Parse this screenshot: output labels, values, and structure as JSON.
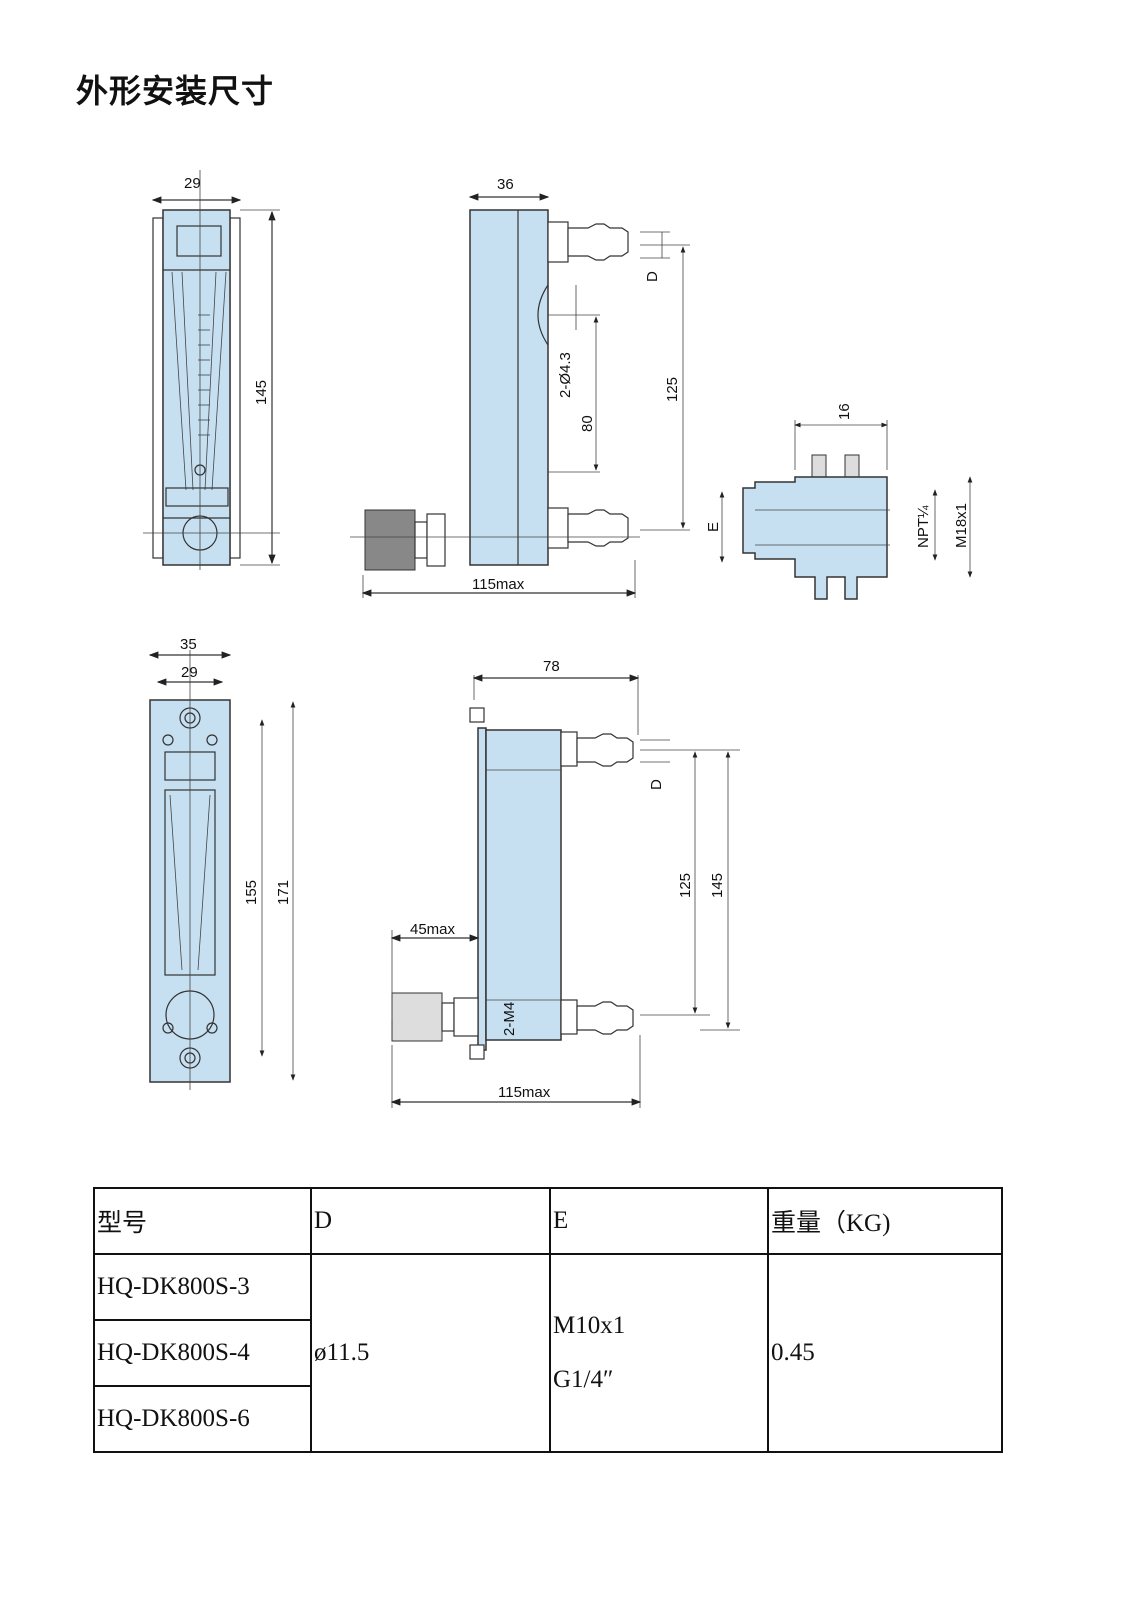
{
  "title": "外形安装尺寸",
  "drawings": {
    "front_top": {
      "width": "29",
      "height": "145"
    },
    "side_top": {
      "depth": "36",
      "d": "D",
      "holes": "2-Ø4.3",
      "hole_spacing": "80",
      "port_spacing": "125",
      "total": "115max"
    },
    "fitting": {
      "width": "16",
      "e": "E",
      "npt": "NPT¼",
      "thread": "M18x1"
    },
    "front_panel": {
      "outer": "35",
      "inner": "29",
      "hole_spacing": "155",
      "height": "171"
    },
    "side_panel": {
      "depth": "78",
      "d": "D",
      "port_spacing": "125",
      "height": "145",
      "knob": "45max",
      "screws": "2-M4",
      "total": "115max"
    }
  },
  "table": {
    "headers": [
      "型号",
      "D",
      "E",
      "重量（KG)"
    ],
    "models": [
      "HQ-DK800S-3",
      "HQ-DK800S-4",
      "HQ-DK800S-6"
    ],
    "d": "ø11.5",
    "e": [
      "M10x1",
      "G1/4″"
    ],
    "weight": "0.45"
  }
}
